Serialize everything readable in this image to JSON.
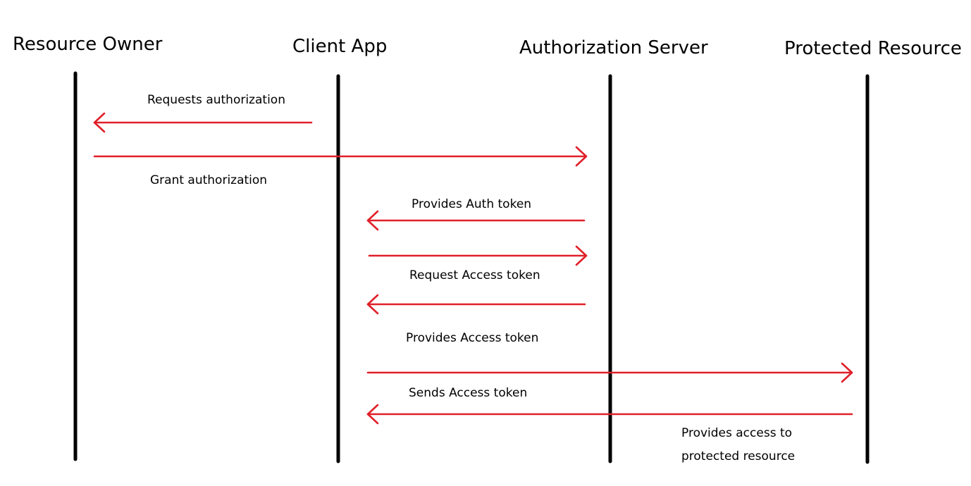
{
  "actors": [
    {
      "id": "resource-owner",
      "name": "Resource Owner"
    },
    {
      "id": "client-app",
      "name": "Client App"
    },
    {
      "id": "authorization-server",
      "name": "Authorization Server"
    },
    {
      "id": "protected-resource",
      "name": "Protected Resource"
    }
  ],
  "messages": [
    {
      "id": "requests-authorization",
      "lines": [
        "Requests authorization"
      ],
      "from": "client-app",
      "to": "resource-owner"
    },
    {
      "id": "grant-authorization",
      "lines": [
        "Grant authorization"
      ],
      "from": "resource-owner",
      "to": "authorization-server"
    },
    {
      "id": "provides-auth-token",
      "lines": [
        "Provides Auth token"
      ],
      "from": "authorization-server",
      "to": "client-app"
    },
    {
      "id": "request-access-token",
      "lines": [
        "Request Access token"
      ],
      "from": "client-app",
      "to": "authorization-server"
    },
    {
      "id": "provides-access-token",
      "lines": [
        "Provides Access token"
      ],
      "from": "authorization-server",
      "to": "client-app"
    },
    {
      "id": "sends-access-token",
      "lines": [
        "Sends Access token"
      ],
      "from": "client-app",
      "to": "protected-resource"
    },
    {
      "id": "provides-access-to-protected-resource",
      "lines": [
        "Provides access to",
        "protected resource"
      ],
      "from": "protected-resource",
      "to": "client-app"
    }
  ],
  "colors": {
    "arrow": "#e0202a",
    "lifeline": "#000000"
  }
}
